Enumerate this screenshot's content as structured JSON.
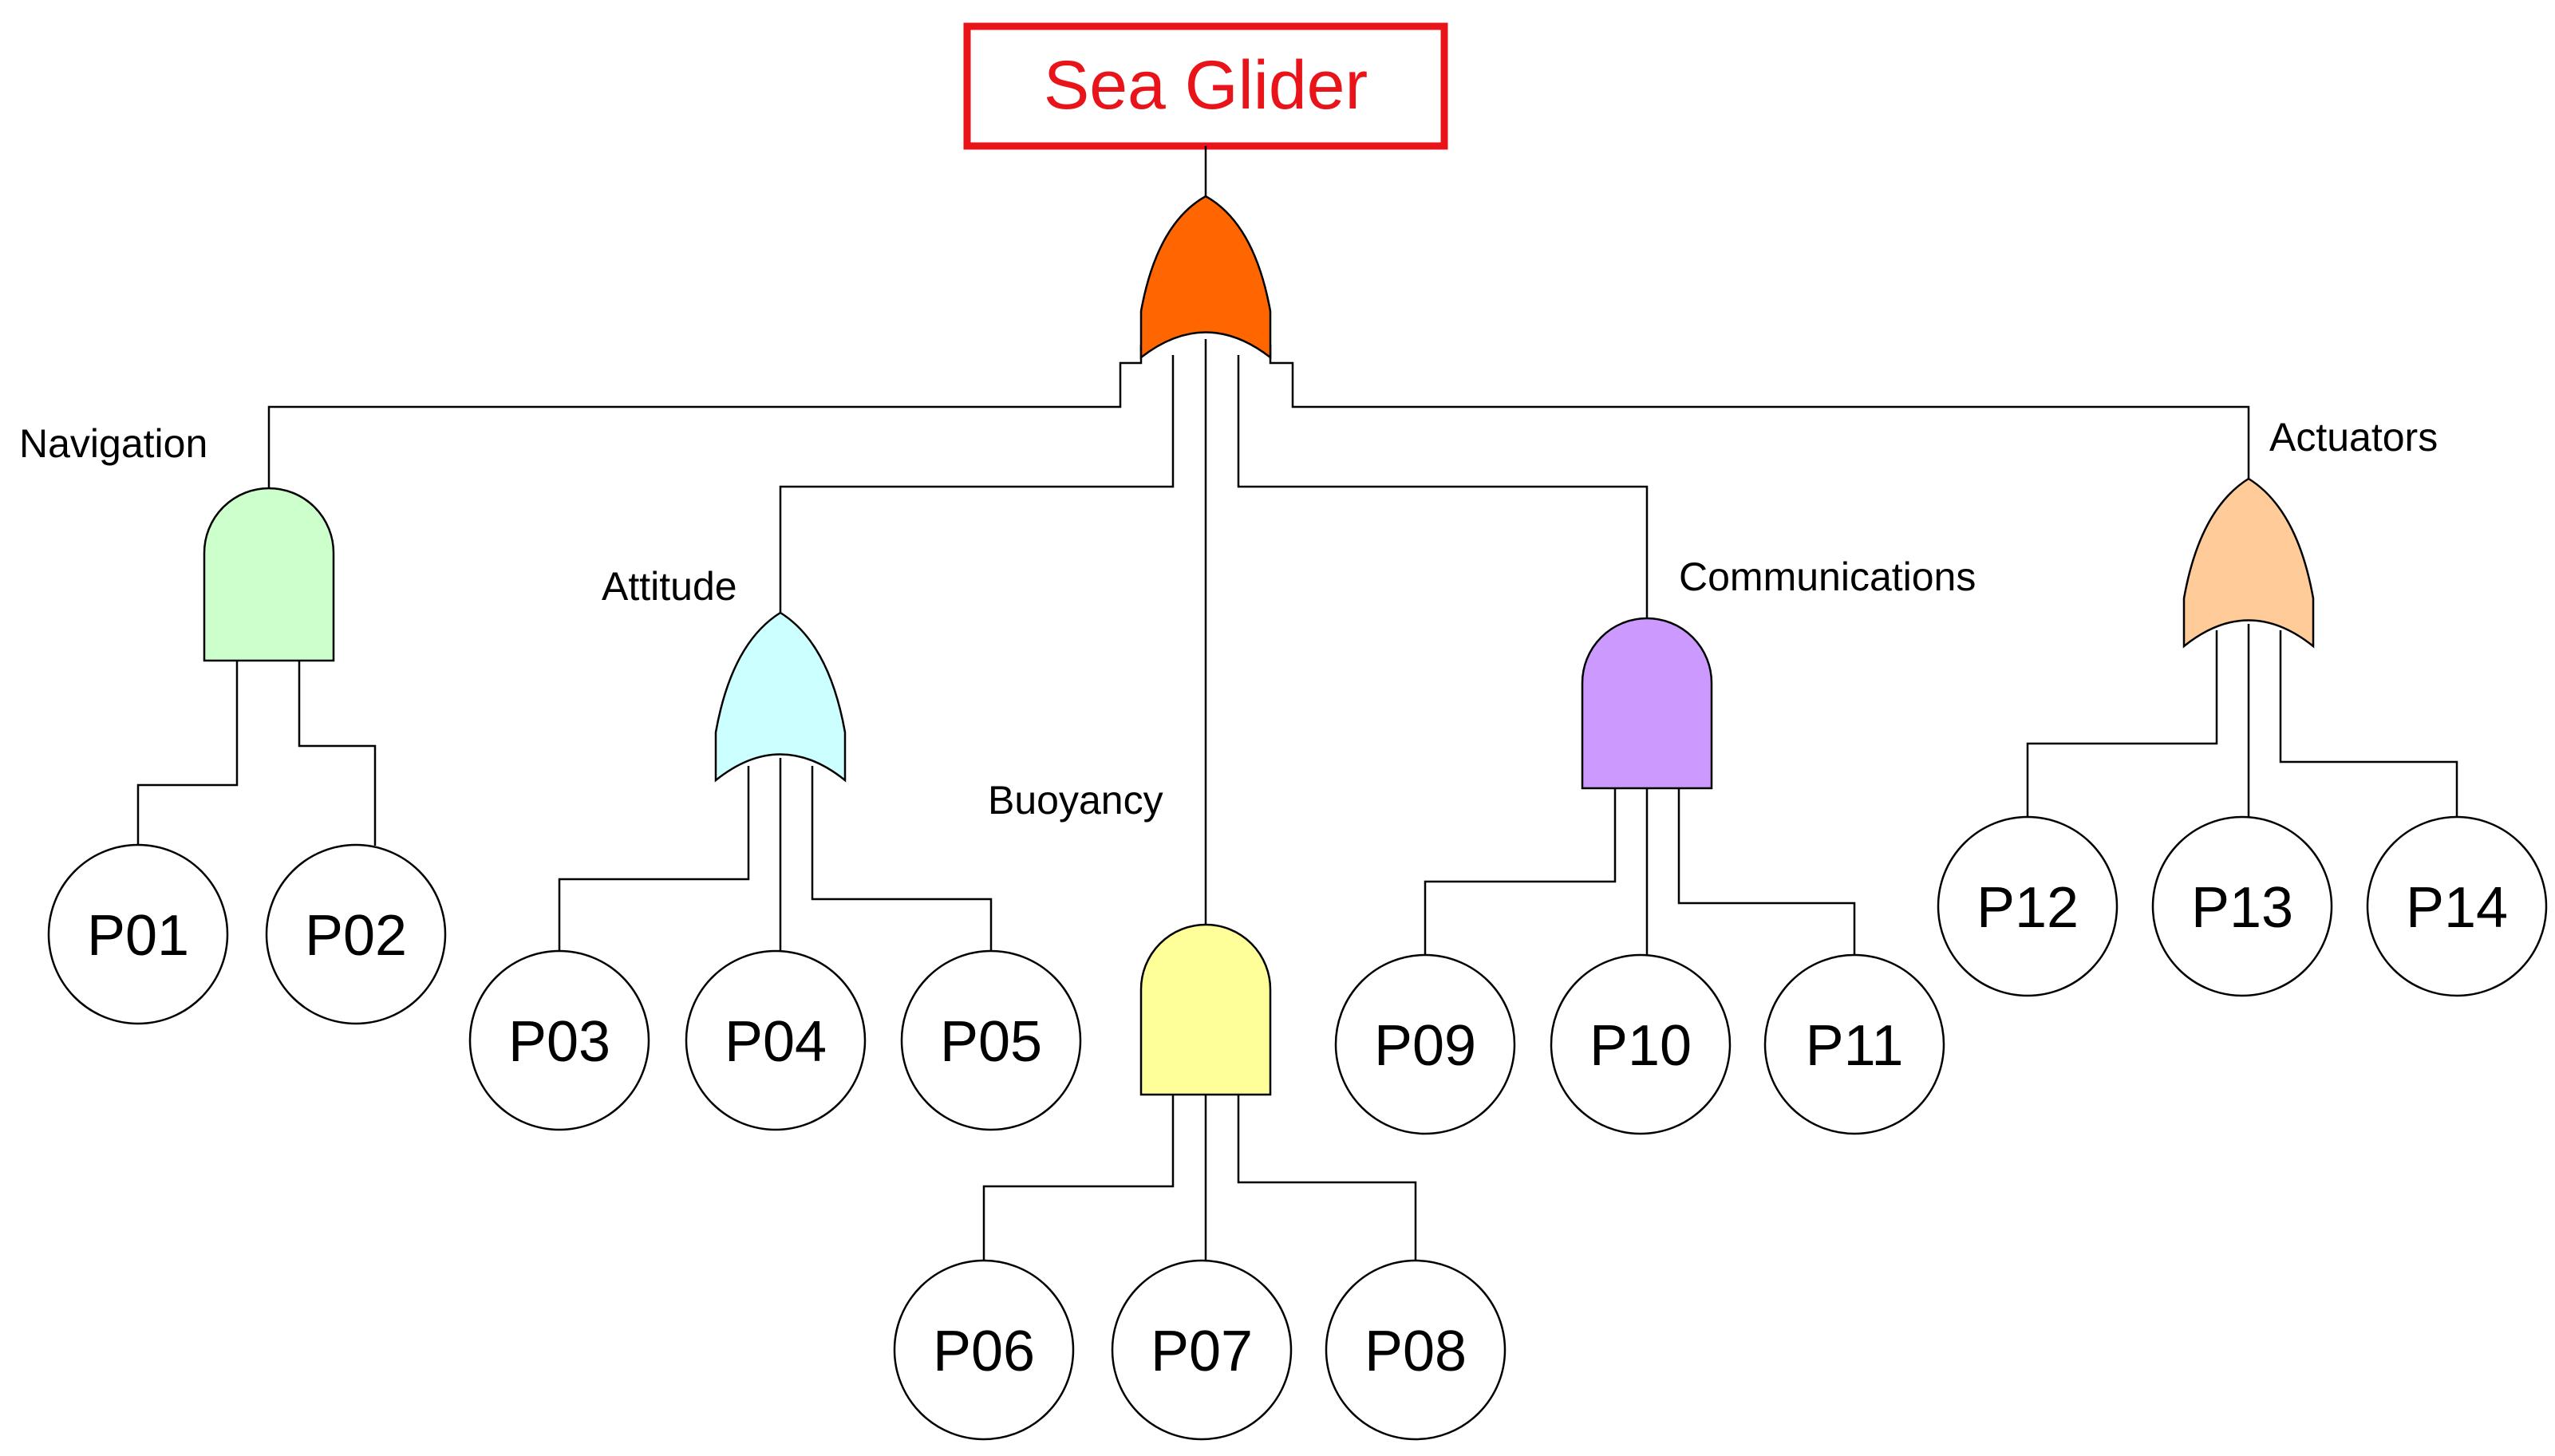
{
  "diagram": {
    "top_event": {
      "label": "Sea Glider",
      "color": "#e8141a"
    },
    "root_gate": {
      "type": "OR",
      "color": "#ff6600"
    },
    "subsystems": [
      {
        "key": "navigation",
        "label": "Navigation",
        "gate_type": "AND",
        "color": "#ccffcc",
        "events": [
          "P01",
          "P02"
        ]
      },
      {
        "key": "attitude",
        "label": "Attitude",
        "gate_type": "OR",
        "color": "#ccffff",
        "events": [
          "P03",
          "P04",
          "P05"
        ]
      },
      {
        "key": "buoyancy",
        "label": "Buoyancy",
        "gate_type": "AND",
        "color": "#ffff99",
        "events": [
          "P06",
          "P07",
          "P08"
        ]
      },
      {
        "key": "communications",
        "label": "Communications",
        "gate_type": "AND",
        "color": "#cc99ff",
        "events": [
          "P09",
          "P10",
          "P11"
        ]
      },
      {
        "key": "actuators",
        "label": "Actuators",
        "gate_type": "OR",
        "color": "#ffcc99",
        "events": [
          "P12",
          "P13",
          "P14"
        ]
      }
    ]
  }
}
